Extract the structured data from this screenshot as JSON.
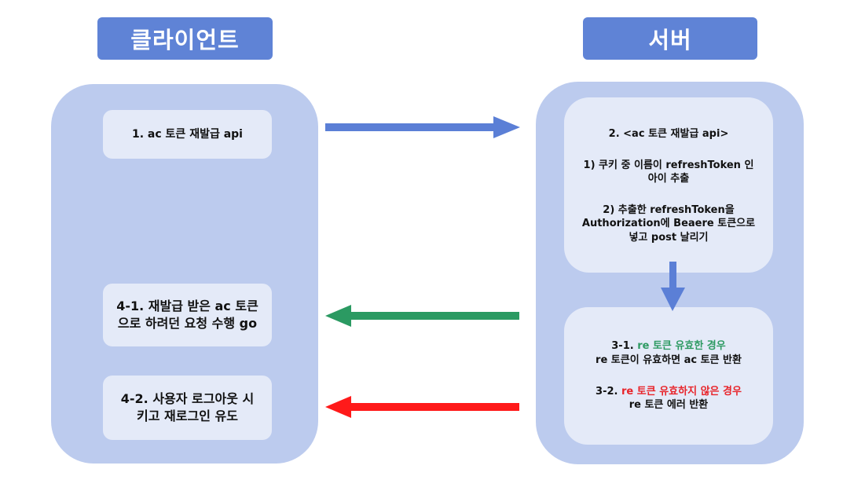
{
  "headers": {
    "client": "클라이언트",
    "server": "서버"
  },
  "client": {
    "step1": "1. ac 토큰 재발급 api",
    "step4_1": {
      "line1": "4-1. 재발급 받은 ac 토큰",
      "line2": "으로 하려던 요청 수행 go"
    },
    "step4_2": {
      "line1": "4-2. 사용자 로그아웃 시",
      "line2": "키고 재로그인 유도"
    }
  },
  "server": {
    "step2": {
      "title": "2. <ac 토큰 재발급 api>",
      "item1_line1": "1) 쿠키 중 이름이 refreshToken 인",
      "item1_line2": "아이 추출",
      "item2_line1": "2) 추출한 refreshToken을",
      "item2_line2": "Authorization에 Beaere 토큰으로",
      "item2_line3": "넣고 post 날리기"
    },
    "step3": {
      "c1_prefix": "3-1. ",
      "c1_highlight": "re 토큰 유효한 경우",
      "c1_result": "re 토큰이 유효하면 ac 토큰 반환",
      "c2_prefix": "3-2. ",
      "c2_highlight": "re 토큰 유효하지 않은 경우",
      "c2_result": "re 토큰 에러 반환"
    }
  },
  "colors": {
    "header": "#5f83d6",
    "panel": "#bccbee",
    "box": "#e4eaf8",
    "arrow_request": "#5b7fd6",
    "arrow_success": "#2b9a62",
    "arrow_error": "#ff1a1a"
  }
}
